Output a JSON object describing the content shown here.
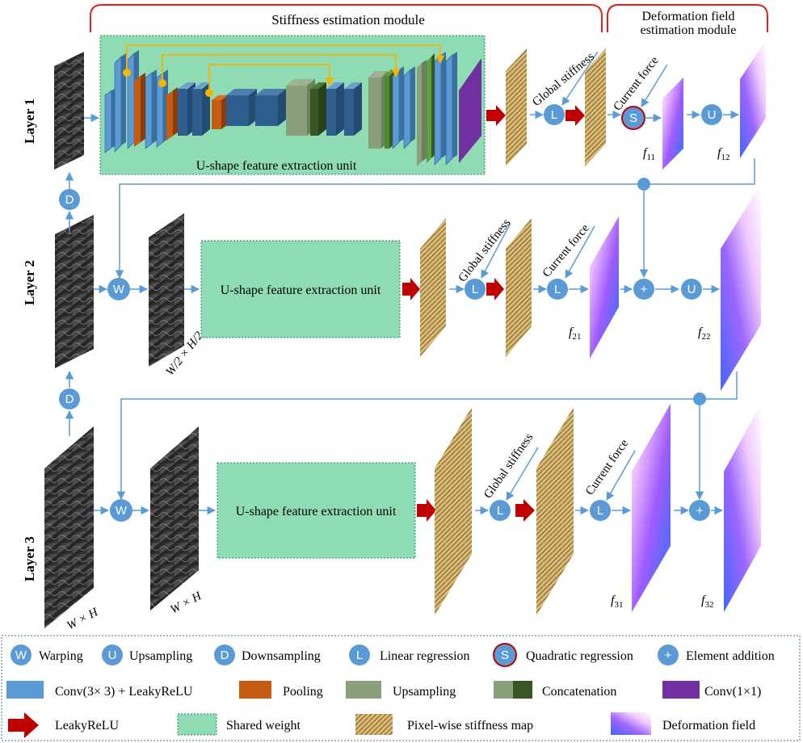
{
  "modules": {
    "stiffness": "Stiffness estimation module",
    "deformation_line1": "Deformation field",
    "deformation_line2": "estimation module"
  },
  "layers": [
    "Layer 1",
    "Layer 2",
    "Layer 3"
  ],
  "unit_label": "U-shape feature extraction unit",
  "annotations": {
    "global_stiffness": "Global stiffness",
    "current_force": "Current force"
  },
  "fields": {
    "f11": "f",
    "f11_sub": "11",
    "f12": "f",
    "f12_sub": "12",
    "f21": "f",
    "f21_sub": "21",
    "f22": "f",
    "f22_sub": "22",
    "f31": "f",
    "f31_sub": "31",
    "f32": "f",
    "f32_sub": "32"
  },
  "sizes": {
    "half": "W/2 × H/2",
    "full": "W × H"
  },
  "ops": {
    "W": "W",
    "U": "U",
    "D": "D",
    "L": "L",
    "S": "S",
    "add": "+"
  },
  "legend": {
    "warping": "Warping",
    "upsampling_op": "Upsampling",
    "downsampling": "Downsampling",
    "linear": "Linear regression",
    "quadratic": "Quadratic regression",
    "addition": "Element addition",
    "conv3": "Conv(3× 3) + LeakyReLU",
    "pooling": "Pooling",
    "upsampling_block": "Upsampling",
    "concat": "Concatenation",
    "conv1": "Conv(1×1)",
    "leaky": "LeakyReLU",
    "shared": "Shared weight",
    "stiffmap": "Pixel-wise stiffness map",
    "deform": "Deformation field"
  },
  "colors": {
    "node": "#5b9bd5",
    "arrow": "#5b9bd5",
    "red_arrow": "#c00000",
    "shared": "#8fdcb4",
    "conv3": "#5b9bd5",
    "pool": "#c55a11",
    "upsample": "#8aa07b",
    "concat_dark": "#375623",
    "conv1": "#7030a0",
    "bracket": "#e02020",
    "skip": "#f4b400"
  }
}
